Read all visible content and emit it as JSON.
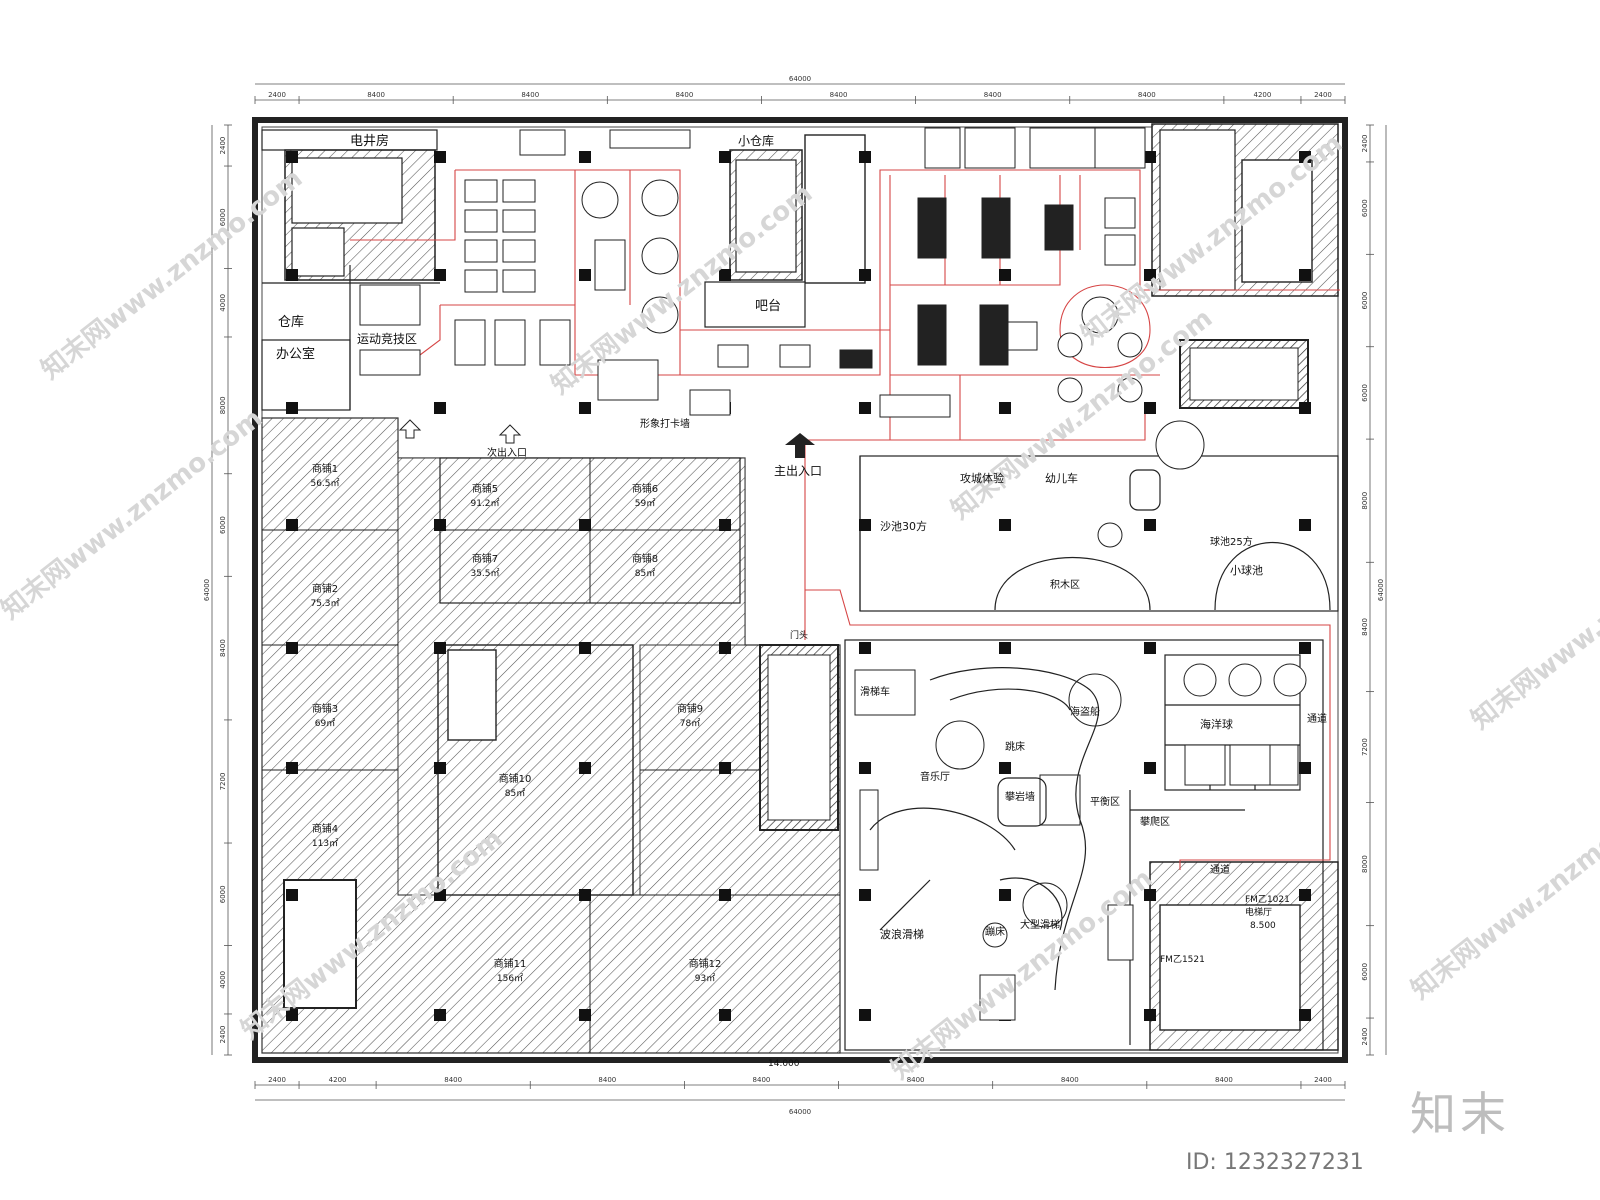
{
  "title": "",
  "rooms": {
    "power_room": "电井房",
    "warehouse": "仓库",
    "office": "办公室",
    "sports_zone": "运动竞技区",
    "small_warehouse": "小仓库",
    "front_desk": "吧台",
    "image_wall": "形象打卡墙",
    "secondary_entrance": "次出入口",
    "main_entrance": "主出入口",
    "sand_area": "沙池30方",
    "indoor_exp": "攻城体验",
    "toddler": "幼儿车",
    "building": "积木区",
    "small_pool": "小球池",
    "pool_area": "球池25方",
    "door": "门头",
    "passage": "通道",
    "passage2": "通道",
    "ocean_ball": "海洋球",
    "sea_ship": "海盗船",
    "slide_car": "滑梯车",
    "music_room": "音乐厅",
    "trampoline": "跳床",
    "balance": "平衡区",
    "climb": "攀爬区",
    "wave_slide": "波浪滑梯",
    "large_slide": "大型滑梯",
    "climbing_wall": "攀岩墙",
    "drop_tower": "蹦床",
    "fm_a": "FM乙1521",
    "fm_b": "FM乙1021",
    "elev": "电梯厅"
  },
  "shops": [
    {
      "name": "商铺1",
      "area": "56.5㎡"
    },
    {
      "name": "商铺2",
      "area": "75.3㎡"
    },
    {
      "name": "商铺3",
      "area": "69㎡"
    },
    {
      "name": "商铺4",
      "area": "113㎡"
    },
    {
      "name": "商铺5",
      "area": "91.2㎡"
    },
    {
      "name": "商铺6",
      "area": "59㎡"
    },
    {
      "name": "商铺7",
      "area": "35.5㎡"
    },
    {
      "name": "商铺8",
      "area": "85㎡"
    },
    {
      "name": "商铺9",
      "area": "78㎡"
    },
    {
      "name": "商铺10",
      "area": "85㎡"
    },
    {
      "name": "商铺11",
      "area": "156㎡"
    },
    {
      "name": "商铺12",
      "area": "93㎡"
    }
  ],
  "level_mark": "14.000",
  "level_mark2": "8.500",
  "dims_top": [
    "2400",
    "8400",
    "8400",
    "8400",
    "8400",
    "8400",
    "8400",
    "4200",
    "2400"
  ],
  "dims_bottom": [
    "2400",
    "4200",
    "8400",
    "8400",
    "8400",
    "8400",
    "8400",
    "8400",
    "2400"
  ],
  "dim_total": "64000",
  "dims_left": [
    "2400",
    "6000",
    "4000",
    "8000",
    "6000",
    "8400",
    "7200",
    "6000",
    "4000",
    "2400"
  ],
  "dims_right": [
    "2400",
    "6000",
    "6000",
    "6000",
    "8000",
    "8400",
    "7200",
    "8000",
    "6000",
    "2400"
  ],
  "watermark": "知末网www.znzmo.com",
  "brand": "知末",
  "image_id": "ID: 1232327231",
  "colors": {
    "wall": "#222222",
    "hatch": "#444444",
    "red": "#d64545",
    "fill": "#e8e8e8"
  }
}
